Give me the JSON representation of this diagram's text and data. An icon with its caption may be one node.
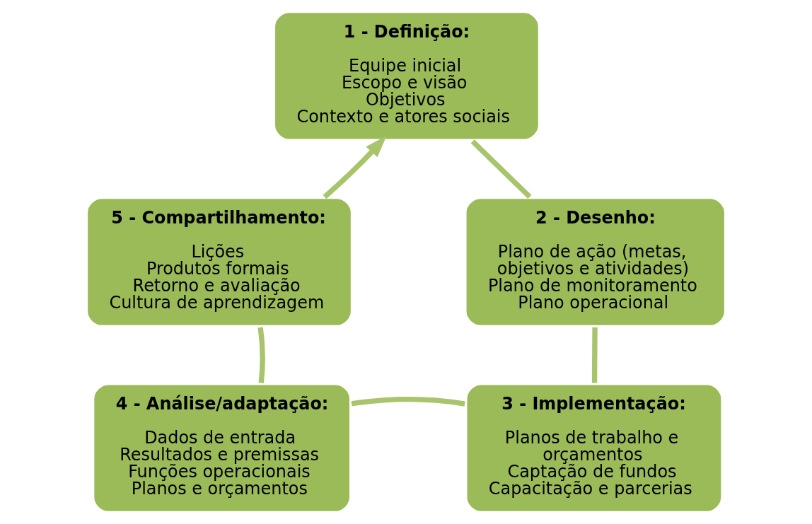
{
  "diagram": {
    "nodes": [
      {
        "text": [
          "1 - Definição:",
          "Equipe inicial",
          "Escopo e visão",
          "Objetivos",
          "Contexto e atores sociais"
        ]
      },
      {
        "text": [
          "2 - Desenho:",
          "Plano de ação (metas, objetivos e atividades)",
          "Plano de monitoramento",
          "Plano operacional"
        ]
      },
      {
        "text": [
          "3 - Implementação:",
          "Planos de trabalho e orçamentos",
          "Captação de fundos",
          "Capacitação e parcerias"
        ]
      },
      {
        "text": [
          "4 - Análise/adaptação:",
          "Dados de entrada",
          "Resultados e premissas",
          "Funções operacionais",
          "Planos e orçamentos"
        ]
      },
      {
        "text": [
          "5 - Compartilhamento:",
          "Lições",
          "Produtos formais",
          "Retorno e avaliação",
          "Cultura de aprendizagem"
        ]
      }
    ],
    "edges": [
      {
        "from": 0,
        "to": 1,
        "arrow": "none"
      },
      {
        "from": 1,
        "to": 2,
        "arrow": "none"
      },
      {
        "from": 2,
        "to": 3,
        "arrow": "none"
      },
      {
        "from": 3,
        "to": 4,
        "arrow": "none"
      },
      {
        "from": 4,
        "to": 0,
        "arrow": "to"
      }
    ]
  }
}
